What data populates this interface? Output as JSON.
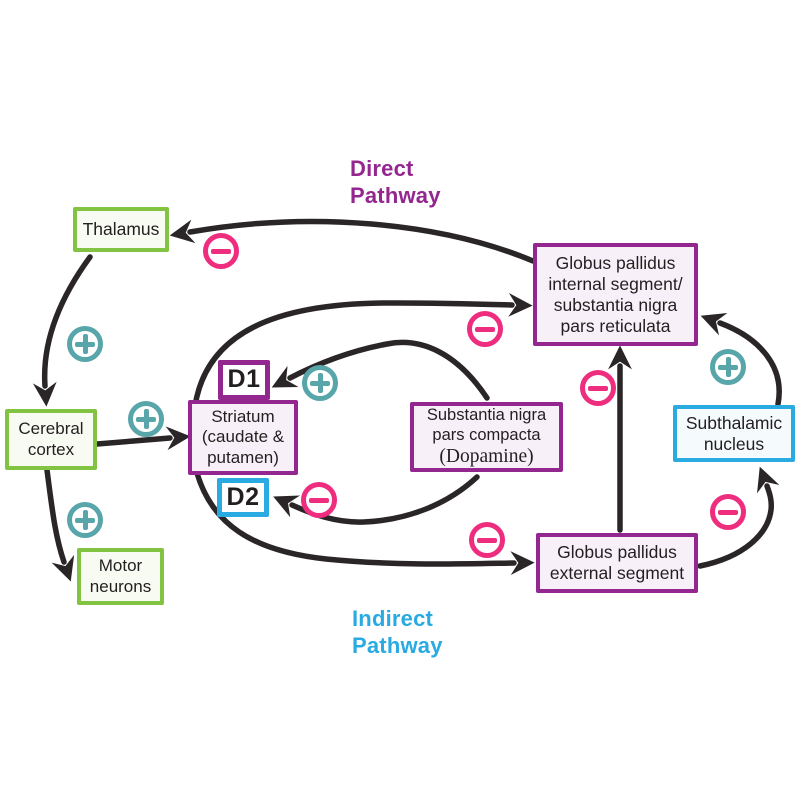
{
  "labels": {
    "direct_pathway": "Direct\nPathway",
    "indirect_pathway": "Indirect\nPathway"
  },
  "nodes": {
    "thalamus": "Thalamus",
    "cerebral_cortex": "Cerebral\ncortex",
    "motor_neurons": "Motor\nneurons",
    "striatum": "Striatum\n(caudate &\nputamen)",
    "d1": "D1",
    "d2": "D2",
    "substantia_nigra": "Substantia nigra\npars compacta",
    "dopamine": "(Dopamine)",
    "gpi": "Globus pallidus\ninternal segment/\nsubstantia nigra\npars reticulata",
    "gpe": "Globus pallidus\nexternal segment",
    "stn": "Subthalamic\nnucleus"
  },
  "colors": {
    "green_border": "#82c341",
    "purple_border": "#93278f",
    "blue_border": "#29abe2",
    "purple_fill": "#f8f0f8",
    "green_fill": "#f8fbf2",
    "blue_fill": "#f5fafc",
    "plus_teal": "#58a5aa",
    "minus_pink": "#ee2d7f",
    "arrow_black": "#2a2526",
    "direct_title": "#93278f",
    "indirect_title": "#29abe2"
  },
  "edges": [
    {
      "from": "Globus pallidus internal segment/substantia nigra pars reticulata",
      "to": "Thalamus",
      "sign": "minus"
    },
    {
      "from": "Thalamus",
      "to": "Cerebral cortex",
      "sign": "plus"
    },
    {
      "from": "Cerebral cortex",
      "to": "Striatum (caudate & putamen)",
      "sign": "plus"
    },
    {
      "from": "Cerebral cortex",
      "to": "Motor neurons",
      "sign": "plus"
    },
    {
      "from": "Striatum (caudate & putamen)",
      "to": "Globus pallidus internal segment/substantia nigra pars reticulata",
      "sign": "minus",
      "pathway": "direct"
    },
    {
      "from": "Substantia nigra pars compacta (Dopamine)",
      "to": "D1",
      "sign": "plus"
    },
    {
      "from": "Substantia nigra pars compacta (Dopamine)",
      "to": "D2",
      "sign": "minus"
    },
    {
      "from": "Striatum (caudate & putamen)",
      "to": "Globus pallidus external segment",
      "sign": "minus",
      "pathway": "indirect"
    },
    {
      "from": "Globus pallidus external segment",
      "to": "Globus pallidus internal segment/substantia nigra pars reticulata",
      "sign": "minus"
    },
    {
      "from": "Globus pallidus external segment",
      "to": "Subthalamic nucleus",
      "sign": "minus"
    },
    {
      "from": "Subthalamic nucleus",
      "to": "Globus pallidus internal segment/substantia nigra pars reticulata",
      "sign": "plus"
    }
  ]
}
